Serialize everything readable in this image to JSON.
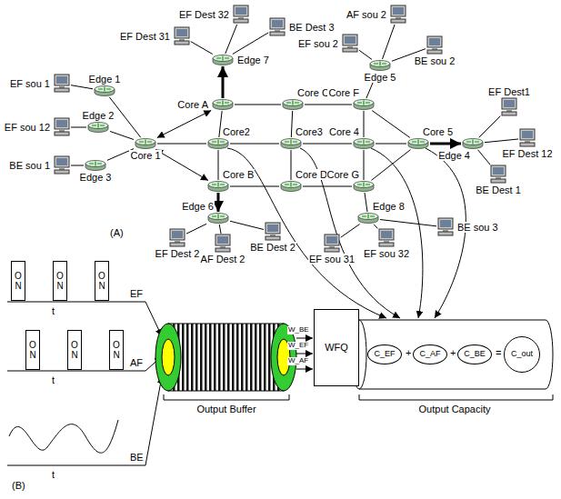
{
  "diagram": {
    "nodes": [
      {
        "text": [
          "EF Dest 32"
        ]
      },
      {
        "text": [
          "AF sou 2"
        ]
      },
      {
        "text": [
          "EF Dest 31"
        ]
      },
      {
        "text": [
          "BE Dest 3"
        ]
      },
      {
        "text": [
          "Edge 7"
        ]
      },
      {
        "text": [
          "EF sou 2"
        ]
      },
      {
        "text": [
          "BE sou 2"
        ]
      },
      {
        "text": [
          "Edge 5"
        ]
      },
      {
        "text": [
          "Core A"
        ]
      },
      {
        "text": [
          "Core C"
        ]
      },
      {
        "text": [
          "Core F"
        ]
      },
      {
        "text": [
          "EF sou 1"
        ]
      },
      {
        "text": [
          "Edge 1"
        ]
      },
      {
        "text": [
          "EF sou 12"
        ]
      },
      {
        "text": [
          "Edge 2"
        ]
      },
      {
        "text": [
          "Core 1"
        ]
      },
      {
        "text": [
          "Core2"
        ]
      },
      {
        "text": [
          "Core3"
        ]
      },
      {
        "text": [
          "Core 4"
        ]
      },
      {
        "text": [
          "Core 5"
        ]
      },
      {
        "text": [
          "Edge 4"
        ]
      },
      {
        "text": [
          "EF Dest1"
        ]
      },
      {
        "text": [
          "EF Dest 12"
        ]
      },
      {
        "text": [
          "BE Dest 1"
        ]
      },
      {
        "text": [
          "BE sou 1"
        ]
      },
      {
        "text": [
          "Edge 3"
        ]
      },
      {
        "text": [
          "Core B"
        ]
      },
      {
        "text": [
          "Core D"
        ]
      },
      {
        "text": [
          "Core G"
        ]
      },
      {
        "text": [
          "Edge 6"
        ]
      },
      {
        "text": [
          "Edge 8"
        ]
      },
      {
        "text": [
          "EF Dest 2"
        ]
      },
      {
        "text": [
          "AF Dest 2"
        ]
      },
      {
        "text": [
          "BE Dest 2"
        ]
      },
      {
        "text": [
          "EF sou 31"
        ]
      },
      {
        "text": [
          "EF sou 32"
        ]
      },
      {
        "text": [
          "BE sou 3"
        ]
      },
      {
        "text": [
          "ON"
        ]
      },
      {
        "text": [
          "ON"
        ]
      },
      {
        "text": [
          "ON"
        ]
      },
      {
        "text": [
          "ON"
        ]
      },
      {
        "text": [
          "ON"
        ]
      },
      {
        "text": [
          "ON"
        ]
      },
      {
        "text": [
          "WFQ"
        ]
      },
      {
        "text": [
          "C_EF"
        ]
      },
      {
        "text": [
          "C_AF"
        ]
      },
      {
        "text": [
          "C_BE"
        ]
      },
      {
        "text": [
          "C_out"
        ]
      }
    ],
    "edges": [
      {
        "from": 11,
        "to": 12,
        "arrow": "none"
      },
      {
        "from": 13,
        "to": 14,
        "arrow": "none"
      },
      {
        "from": 24,
        "to": 25,
        "arrow": "none"
      },
      {
        "from": 12,
        "to": 15,
        "arrow": "none"
      },
      {
        "from": 14,
        "to": 15,
        "arrow": "none"
      },
      {
        "from": 25,
        "to": 15,
        "arrow": "none"
      },
      {
        "from": 15,
        "to": 8,
        "arrow": "both"
      },
      {
        "from": 15,
        "to": 16,
        "arrow": "none"
      },
      {
        "from": 15,
        "to": 26,
        "arrow": "both"
      },
      {
        "from": 8,
        "to": 9,
        "arrow": "none"
      },
      {
        "from": 9,
        "to": 10,
        "arrow": "none"
      },
      {
        "from": 16,
        "to": 17,
        "arrow": "none"
      },
      {
        "from": 17,
        "to": 18,
        "arrow": "none"
      },
      {
        "from": 18,
        "to": 19,
        "arrow": "none"
      },
      {
        "from": 26,
        "to": 27,
        "arrow": "none"
      },
      {
        "from": 27,
        "to": 28,
        "arrow": "none"
      },
      {
        "from": 8,
        "to": 16,
        "arrow": "none"
      },
      {
        "from": 16,
        "to": 26,
        "arrow": "none"
      },
      {
        "from": 9,
        "to": 17,
        "arrow": "none"
      },
      {
        "from": 17,
        "to": 27,
        "arrow": "none"
      },
      {
        "from": 10,
        "to": 18,
        "arrow": "none"
      },
      {
        "from": 18,
        "to": 28,
        "arrow": "none"
      },
      {
        "from": 10,
        "to": 19,
        "arrow": "none"
      },
      {
        "from": 19,
        "to": 28,
        "arrow": "none"
      },
      {
        "from": 8,
        "to": 4,
        "arrow": "to"
      },
      {
        "from": 0,
        "to": 4,
        "arrow": "none"
      },
      {
        "from": 2,
        "to": 4,
        "arrow": "none"
      },
      {
        "from": 3,
        "to": 4,
        "arrow": "none"
      },
      {
        "from": 7,
        "to": 10,
        "arrow": "none"
      },
      {
        "from": 1,
        "to": 7,
        "arrow": "none"
      },
      {
        "from": 5,
        "to": 7,
        "arrow": "none"
      },
      {
        "from": 6,
        "to": 7,
        "arrow": "none"
      },
      {
        "from": 19,
        "to": 20,
        "arrow": "to"
      },
      {
        "from": 20,
        "to": 21,
        "arrow": "none"
      },
      {
        "from": 20,
        "to": 22,
        "arrow": "none"
      },
      {
        "from": 20,
        "to": 23,
        "arrow": "none"
      },
      {
        "from": 26,
        "to": 29,
        "arrow": "to"
      },
      {
        "from": 29,
        "to": 31,
        "arrow": "none"
      },
      {
        "from": 29,
        "to": 32,
        "arrow": "none"
      },
      {
        "from": 29,
        "to": 33,
        "arrow": "none"
      },
      {
        "from": 30,
        "to": 28,
        "arrow": "none"
      },
      {
        "from": 30,
        "to": 34,
        "arrow": "none"
      },
      {
        "from": 30,
        "to": 35,
        "arrow": "none"
      },
      {
        "from": 30,
        "to": 36,
        "arrow": "none"
      }
    ],
    "labels": [
      "(A)",
      "(B)",
      "EF",
      "t",
      "AF",
      "t",
      "BE",
      "t",
      "W_BE",
      "W_EF",
      "W_AF",
      "Output Buffer",
      "Output Capacity",
      "+",
      "+",
      "="
    ]
  }
}
